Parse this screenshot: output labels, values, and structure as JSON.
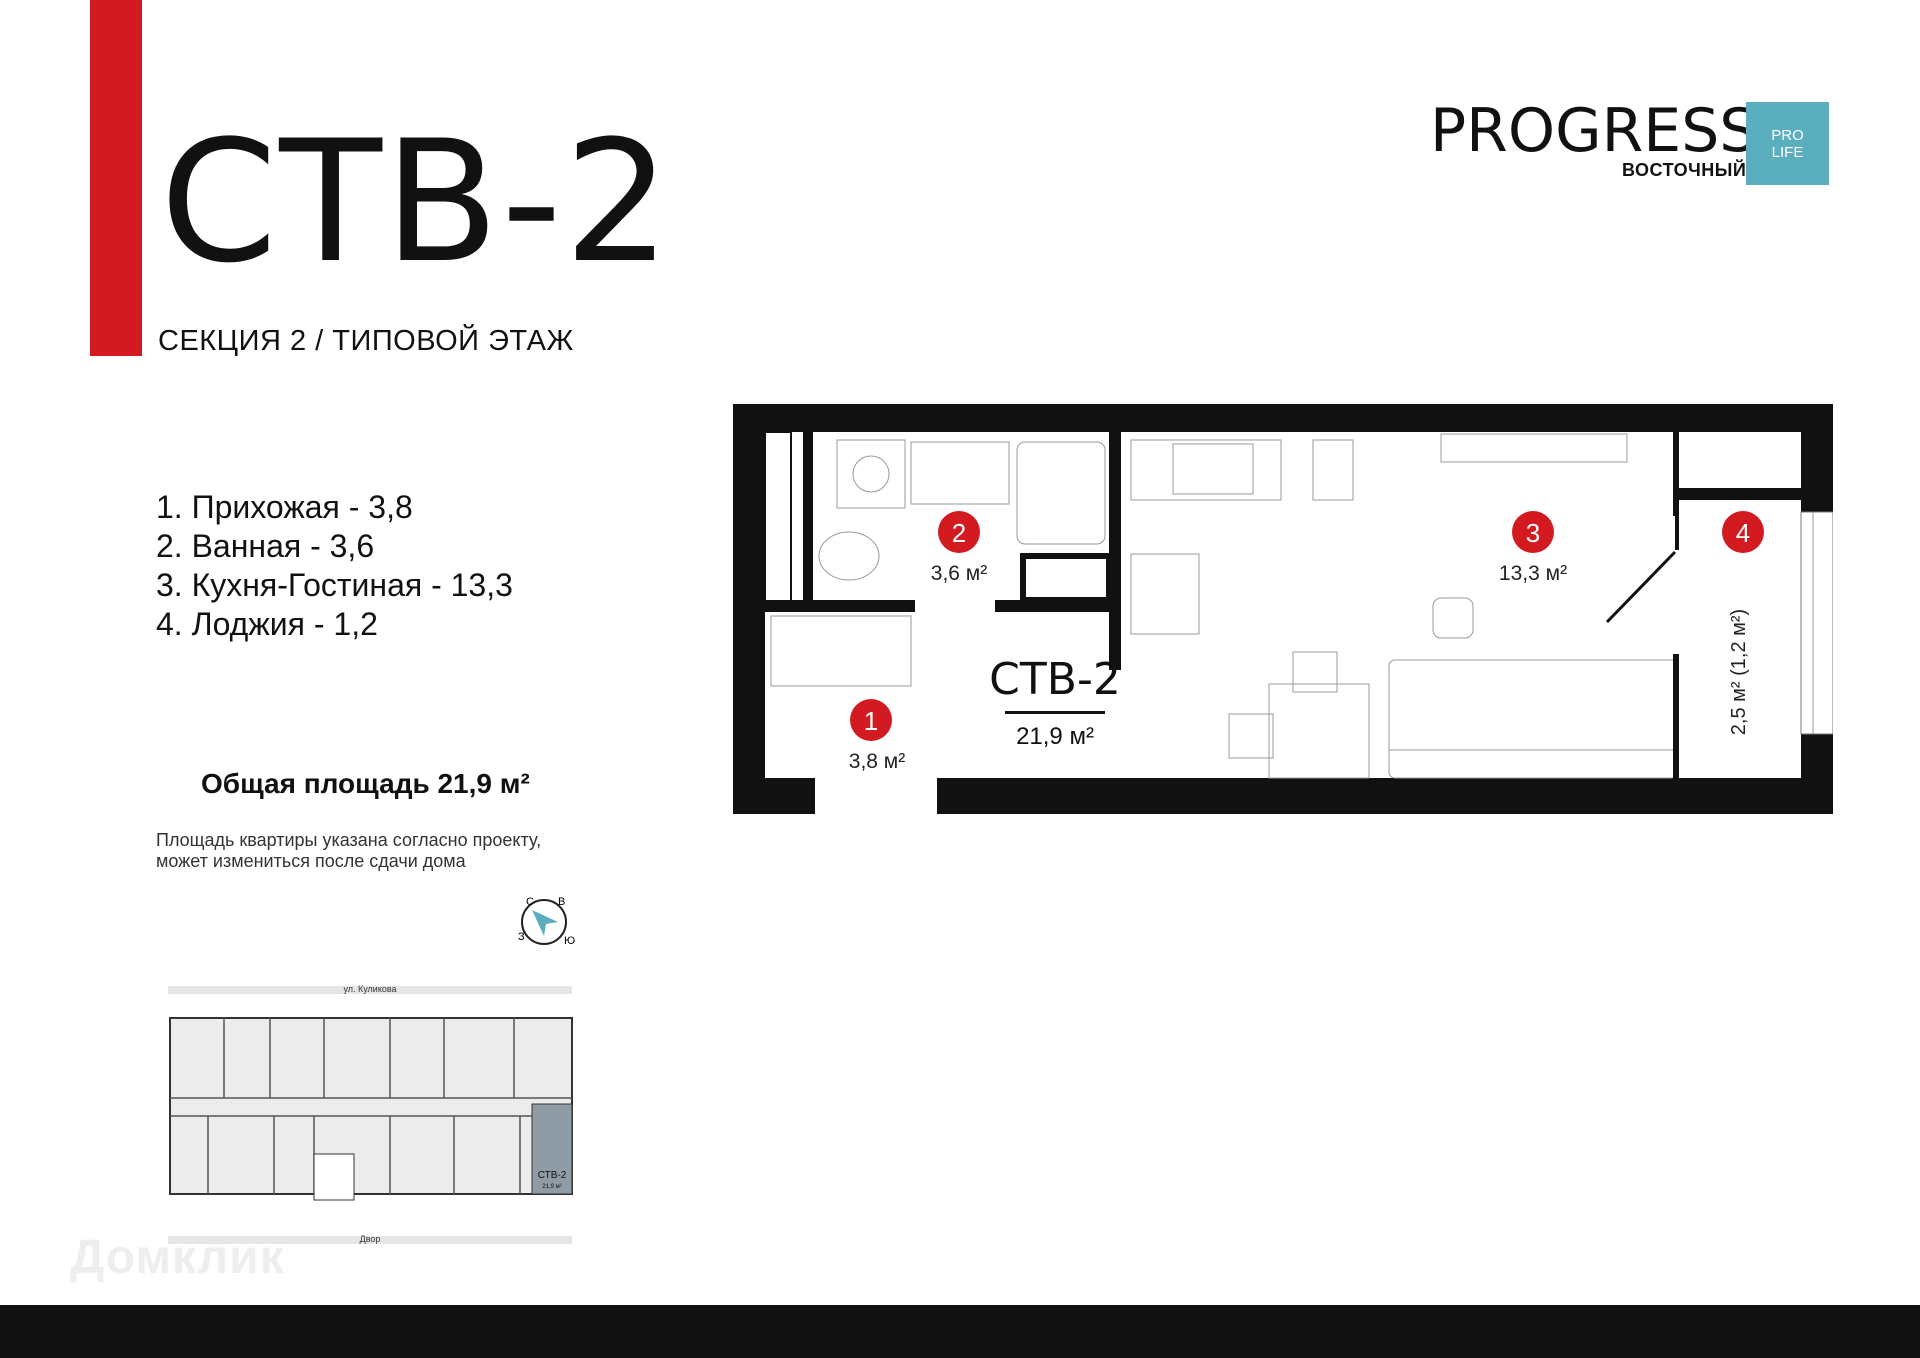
{
  "header": {
    "apartment_code": "СТВ-2",
    "section_floor": "СЕКЦИЯ 2 / ТИПОВОЙ ЭТАЖ"
  },
  "logo": {
    "brand": "PROGRESS",
    "district": "ВОСТОЧНЫЙ",
    "badge_line1": "PRO",
    "badge_line2": "LIFE"
  },
  "rooms": [
    {
      "label": "1. Прихожая - 3,8"
    },
    {
      "label": "2. Ванная - 3,6"
    },
    {
      "label": "3. Кухня-Гостиная - 13,3"
    },
    {
      "label": "4.  Лоджия - 1,2"
    }
  ],
  "total_area": "Общая площадь 21,9 м²",
  "note_line1": "Площадь квартиры указана согласно проекту,",
  "note_line2": "может измениться  после сдачи дома",
  "compass": {
    "n": "С",
    "e": "В",
    "s": "Ю",
    "w": "З"
  },
  "plan": {
    "unit_label": "СТВ-2",
    "unit_area": "21,9 м²",
    "room1": {
      "num": "1",
      "area": "3,8 м²"
    },
    "room2": {
      "num": "2",
      "area": "3,6 м²"
    },
    "room3": {
      "num": "3",
      "area": "13,3 м²"
    },
    "room4": {
      "num": "4",
      "area": "2,5 м² (1,2 м²)"
    }
  },
  "keyplan": {
    "street_top": "ул. Куликова",
    "street_bottom": "Двор",
    "highlight_label": "СТВ-2",
    "highlight_area": "21,9 м²"
  },
  "watermark": "Домклик",
  "colors": {
    "accent_red": "#d21a20",
    "logo_teal": "#5aaebd",
    "keyplan_highlight": "#8f9ba5",
    "wall": "#111111"
  }
}
